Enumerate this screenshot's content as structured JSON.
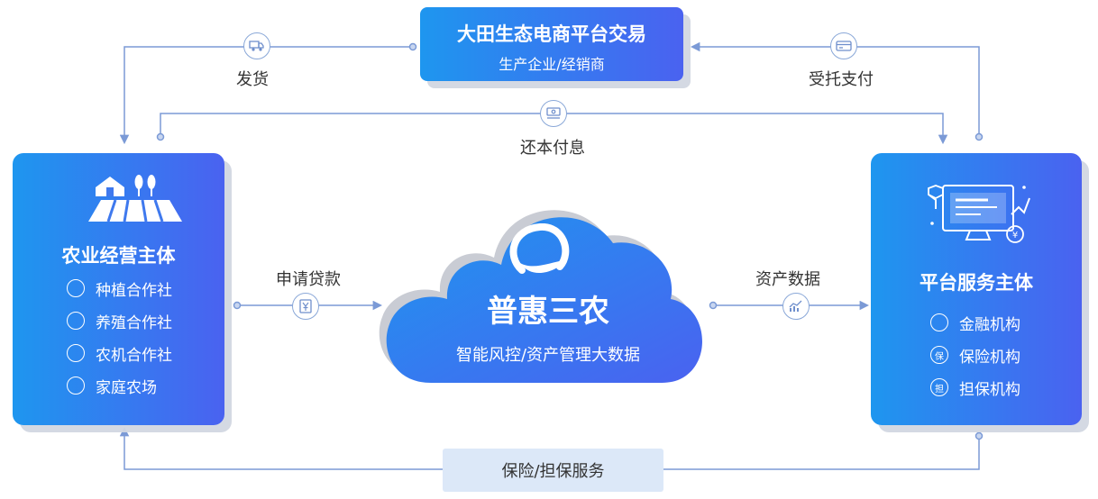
{
  "top_box": {
    "title": "大田生态电商平台交易",
    "subtitle": "生产企业/经销商"
  },
  "left_card": {
    "title": "农业经营主体",
    "items": [
      {
        "label": "种植合作社",
        "icon": "sprout-icon"
      },
      {
        "label": "养殖合作社",
        "icon": "pig-icon"
      },
      {
        "label": "农机合作社",
        "icon": "tractor-icon"
      },
      {
        "label": "家庭农场",
        "icon": "farmhouse-icon"
      }
    ]
  },
  "right_card": {
    "title": "平台服务主体",
    "items": [
      {
        "label": "金融机构",
        "icon": "money-bag-icon",
        "glyph": ""
      },
      {
        "label": "保险机构",
        "icon": "insurance-icon",
        "glyph": "保"
      },
      {
        "label": "担保机构",
        "icon": "guarantee-icon",
        "glyph": "担"
      }
    ]
  },
  "center": {
    "title": "普惠三农",
    "subtitle": "智能风控/资产管理大数据"
  },
  "flows": {
    "ship": "发货",
    "entrusted_payment": "受托支付",
    "repay": "还本付息",
    "loan_apply": "申请贷款",
    "asset_data": "资产数据",
    "insurance_service": "保险/担保服务"
  },
  "colors": {
    "gradient_start": "#1e96ef",
    "gradient_end": "#4a62f0",
    "connector": "#7b9ad6",
    "bottom_box": "#dce8f8"
  }
}
